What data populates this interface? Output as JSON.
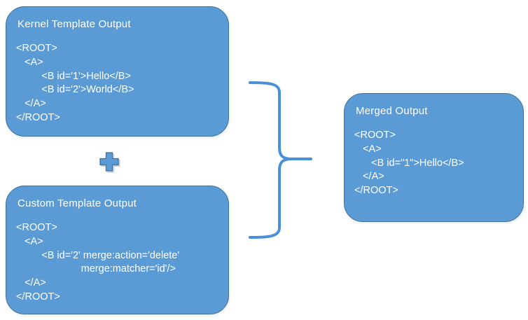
{
  "colors": {
    "background": "#ffffff",
    "box_fill": "#5B9BD5",
    "box_border": "#41719C",
    "text": "#ffffff",
    "brace": "#4A90D9",
    "plus_fill": "#5B9BD5",
    "plus_border": "#41719C"
  },
  "icons": {
    "plus": "plus-sign",
    "brace": "right-curly-brace"
  },
  "boxes": {
    "kernel": {
      "title": "Kernel Template Output",
      "code_lines": [
        "<ROOT>",
        "   <A>",
        "         <B id='1'>Hello</B>",
        "         <B id='2'>World</B>",
        "   </A>",
        "</ROOT>"
      ]
    },
    "custom": {
      "title": "Custom Template Output",
      "code_lines": [
        "<ROOT>",
        "   <A>",
        "         <B id='2' merge:action='delete'",
        "                       merge:matcher='id'/>",
        "   </A>",
        "</ROOT>"
      ]
    },
    "merged": {
      "title": "Merged Output",
      "code_lines": [
        "<ROOT>",
        "   <A>",
        "      <B id=\"1\">Hello</B>",
        "   </A>",
        "</ROOT>"
      ]
    }
  }
}
